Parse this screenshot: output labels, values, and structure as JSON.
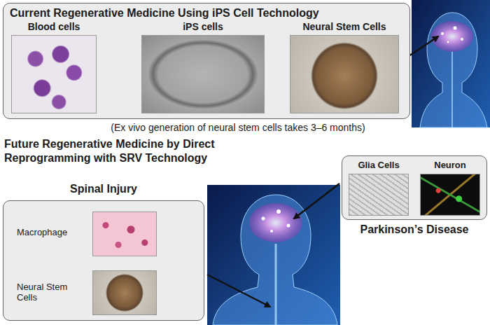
{
  "diagram": {
    "nodes": [
      {
        "text": [
          "Current Regenerative Medicine Using iPS Cell Technology"
        ]
      },
      {
        "text": [
          "Blood cells"
        ],
        "in": 0
      },
      {
        "text": [
          "iPS cells"
        ],
        "in": 0
      },
      {
        "text": [
          "Neural Stem Cells"
        ],
        "in": 0
      },
      {
        "text": [
          "Spinal Injury"
        ]
      },
      {
        "text": [
          "Macrophage"
        ],
        "in": 4
      },
      {
        "text": [
          "Neural Stem Cells"
        ],
        "in": 4
      },
      {
        "text": [
          "Parkinson’s Disease"
        ]
      },
      {
        "text": [
          "Glia Cells"
        ],
        "in": 7
      },
      {
        "text": [
          "Neuron"
        ],
        "in": 7
      }
    ],
    "edges": [
      {
        "from": 1,
        "to": 2,
        "arrow": "to"
      },
      {
        "from": 2,
        "to": 3,
        "arrow": "to"
      },
      {
        "from": 5,
        "to": 6,
        "arrow": "to"
      },
      {
        "from": 8,
        "to": 9,
        "arrow": "to"
      }
    ],
    "labels": [
      "(Ex vivo generation of neural stem cells takes 3–6 months)",
      "Future Regenerative Medicine by Direct Reprogramming with SRV Technology"
    ]
  }
}
